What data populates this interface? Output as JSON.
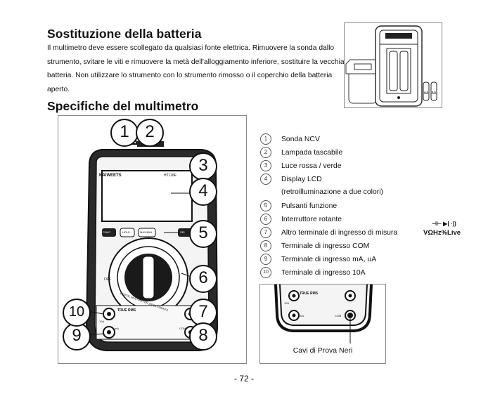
{
  "section1": {
    "title": "Sostituzione della batteria",
    "paragraph": "Il multimetro deve essere scollegato da qualsiasi fonte elettrica. Rimuovere la sonda dallo strumento, svitare le viti e rimuovere la metà dell'alloggiamento inferiore, sostituire la vecchia batteria. Non utilizzare lo strumento con lo strumento rimosso o il coperchio della batteria aperto."
  },
  "section2": {
    "title": "Specifiche del multimetro"
  },
  "device": {
    "brand": "KAIWEETS",
    "model": "HT118E",
    "buttons": [
      "FUNC",
      "HOLD",
      "MAX/MIN",
      "SEL"
    ],
    "dial_label": "DIGITAL MULTIMETER 20000 COUNTS",
    "true_rms": "TRUE RMS",
    "jack_10a": "10A",
    "jack_ma": "mA",
    "jack_com": "COM",
    "off": "OFF"
  },
  "callouts": [
    "1",
    "2",
    "3",
    "4",
    "5",
    "6",
    "7",
    "8",
    "9",
    "10"
  ],
  "spec_list": [
    {
      "num": "1",
      "text": "Sonda NCV"
    },
    {
      "num": "2",
      "text": "Lampada tascabile"
    },
    {
      "num": "3",
      "text": "Luce rossa / verde"
    },
    {
      "num": "4",
      "text": "Display LCD"
    },
    {
      "num": "",
      "text": "(retroilluminazione a due colori)"
    },
    {
      "num": "5",
      "text": "Pulsanti funzione"
    },
    {
      "num": "6",
      "text": "Interruttore rotante"
    },
    {
      "num": "7",
      "text": "Altro terminale di ingresso di misura",
      "symbols_top": "⊣⊢ ▶| ·))",
      "symbols_bottom": "VΩHz%Live"
    },
    {
      "num": "8",
      "text": "Terminale di ingresso COM"
    },
    {
      "num": "9",
      "text": "Terminale di ingresso mA, uA"
    },
    {
      "num": "10",
      "text": "Terminale di ingresso 10A"
    }
  ],
  "probe_caption": "Cavi di Prova Neri",
  "page_number": "- 72 -",
  "battery": {
    "label": "AA"
  }
}
